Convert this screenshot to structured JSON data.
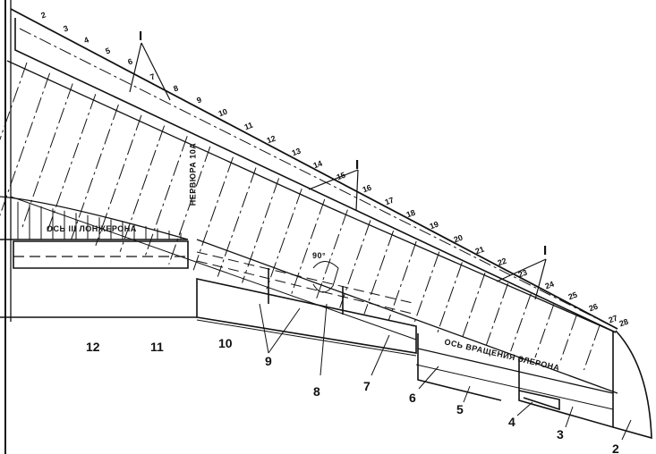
{
  "figure": {
    "rib_numbers": [
      "2",
      "3",
      "4",
      "5",
      "6",
      "7",
      "8",
      "9",
      "10",
      "11",
      "12",
      "13",
      "14",
      "15",
      "16",
      "17",
      "18",
      "19",
      "20",
      "21",
      "22",
      "23",
      "24",
      "25",
      "26",
      "27",
      "28"
    ],
    "callout_label": "I",
    "rear_spar_axis_label": "ОСЬ  III  ЛОНЖЕРОНА",
    "rib_10a_label": "НЕРВЮРА 10А",
    "aileron_axis_label": "ОСЬ  ВРАЩЕНИЯ  ЭЛЕРОНА",
    "angle_label": "90°",
    "part_numbers": [
      "12",
      "11",
      "10",
      "9",
      "8",
      "7",
      "6",
      "5",
      "4",
      "3",
      "2"
    ]
  }
}
